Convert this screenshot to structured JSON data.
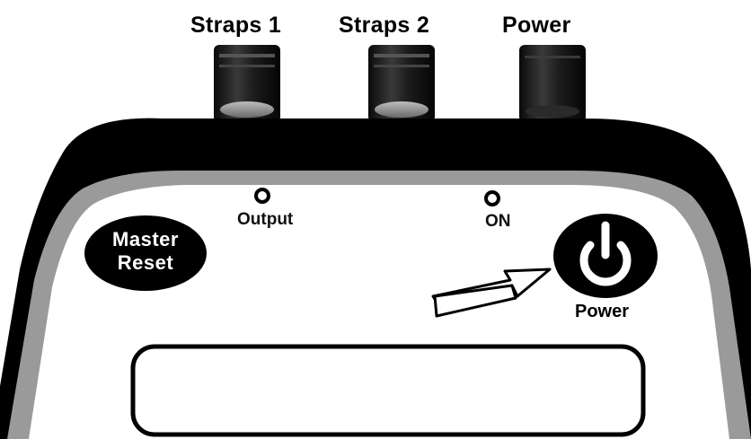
{
  "ports": {
    "straps_1_label": "Straps 1",
    "straps_2_label": "Straps 2",
    "power_label": "Power"
  },
  "indicators": {
    "output_label": "Output",
    "on_label": "ON"
  },
  "buttons": {
    "master_reset_label": "Master\nReset",
    "power_label": "Power"
  },
  "icons": {
    "power_button": "power-symbol-icon",
    "pointer": "arrow-icon"
  },
  "colors": {
    "device_body": "#000000",
    "panel": "#ffffff",
    "bezel": "#9a9a9a",
    "connector": "#1a1a1a"
  }
}
